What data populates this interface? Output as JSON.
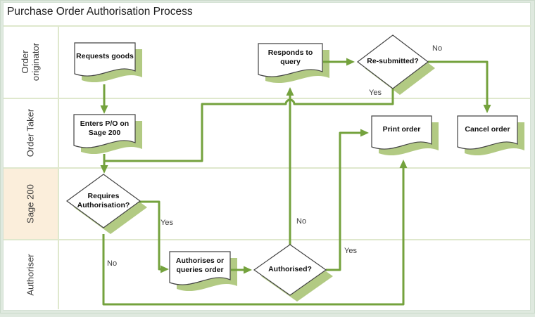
{
  "title": "Purchase Order Authorisation Process",
  "lanes": [
    {
      "label": "Order\noriginator"
    },
    {
      "label": "Order Taker"
    },
    {
      "label": "Sage 200"
    },
    {
      "label": "Authoriser"
    }
  ],
  "nodes": {
    "requests_goods": "Requests goods",
    "enters_po": "Enters P/O on\nSage 200",
    "requires_auth": "Requires\nAuthorisation?",
    "authorises_queries": "Authorises or\nqueries order",
    "authorised": "Authorised?",
    "responds_query": "Responds to\nquery",
    "resubmitted": "Re-submitted?",
    "print_order": "Print order",
    "cancel_order": "Cancel order"
  },
  "edge_labels": {
    "requires_auth_yes": "Yes",
    "requires_auth_no": "No",
    "authorised_yes": "Yes",
    "authorised_no": "No",
    "resubmitted_yes": "Yes",
    "resubmitted_no": "No"
  },
  "colors": {
    "connector": "#74a23d",
    "shadow": "#b2ca83",
    "lane_line": "#dfe8cd",
    "sage_lane_bg": "#fbeedb",
    "frame_bg": "#dfe9df"
  }
}
